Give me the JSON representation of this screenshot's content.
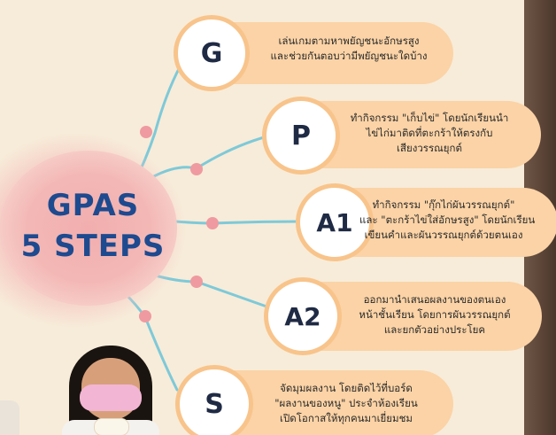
{
  "hub": {
    "line1": "GPAS",
    "line2": "5 STEPS"
  },
  "steps": [
    {
      "letter": "G",
      "lines": [
        "เล่นเกมตามหาพยัญชนะอักษรสูง",
        "และช่วยกันตอบว่ามีพยัญชนะใดบ้าง"
      ]
    },
    {
      "letter": "P",
      "lines": [
        "ทำกิจกรรม \"เก็บไข่\" โดยนักเรียนนำ",
        "ไข่ไก่มาติดที่ตะกร้าให้ตรงกับ",
        "เสียงวรรณยุกต์"
      ]
    },
    {
      "letter": "A1",
      "lines": [
        "ทำกิจกรรม \"กุ๊กไก่ผันวรรณยุกต์\"",
        "และ \"ตะกร้าไข่ใส่อักษรสูง\" โดยนักเรียน",
        "เขียนคำและผันวรรณยุกต์ด้วยตนเอง"
      ]
    },
    {
      "letter": "A2",
      "lines": [
        "ออกมานำเสนอผลงานของตนเอง",
        "หน้าชั้นเรียน โดยการผันวรรณยุกต์",
        "และยกตัวอย่างประโยค"
      ]
    },
    {
      "letter": "S",
      "lines": [
        "จัดมุมผลงาน โดยติดไว้ที่บอร์ด",
        "\"ผลงานของหนู\" ประจำห้องเรียน",
        "เปิดโอกาสให้ทุกคนมาเยี่ยมชม"
      ]
    }
  ],
  "colors": {
    "background": "#f7ecd9",
    "hub": "#f3b8b6",
    "hub_text": "#1e4a8f",
    "pill": "#fbd3a6",
    "ring": "#f8c48b",
    "connector": "#7ec9d8",
    "dot": "#ef9aa0"
  }
}
